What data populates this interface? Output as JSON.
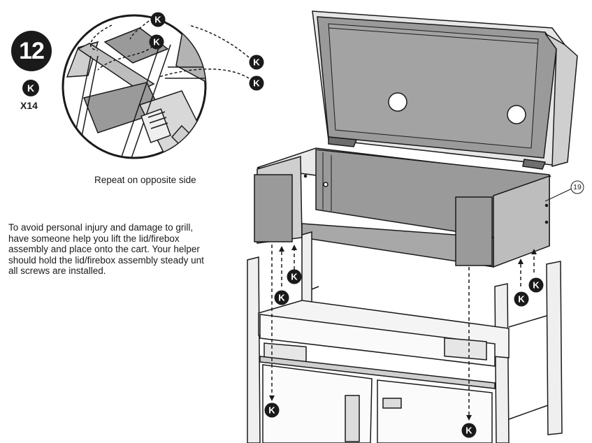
{
  "step": {
    "number": "12"
  },
  "hardware": {
    "part_letter": "K",
    "quantity": "X14"
  },
  "detail": {
    "caption": "Repeat on opposite side"
  },
  "warning": {
    "lines": [
      "To avoid personal injury and damage to grill,",
      "have someone help you lift the lid/firebox",
      "assembly and place onto the cart. Your helper",
      "should hold the lid/firebox assembly steady unt",
      "all screws are installed."
    ]
  },
  "callout": {
    "part_number": "19"
  },
  "colors": {
    "ink": "#1a1a1a",
    "panel_fill": "#9a9a9a",
    "panel_light": "#cfcfcf"
  }
}
